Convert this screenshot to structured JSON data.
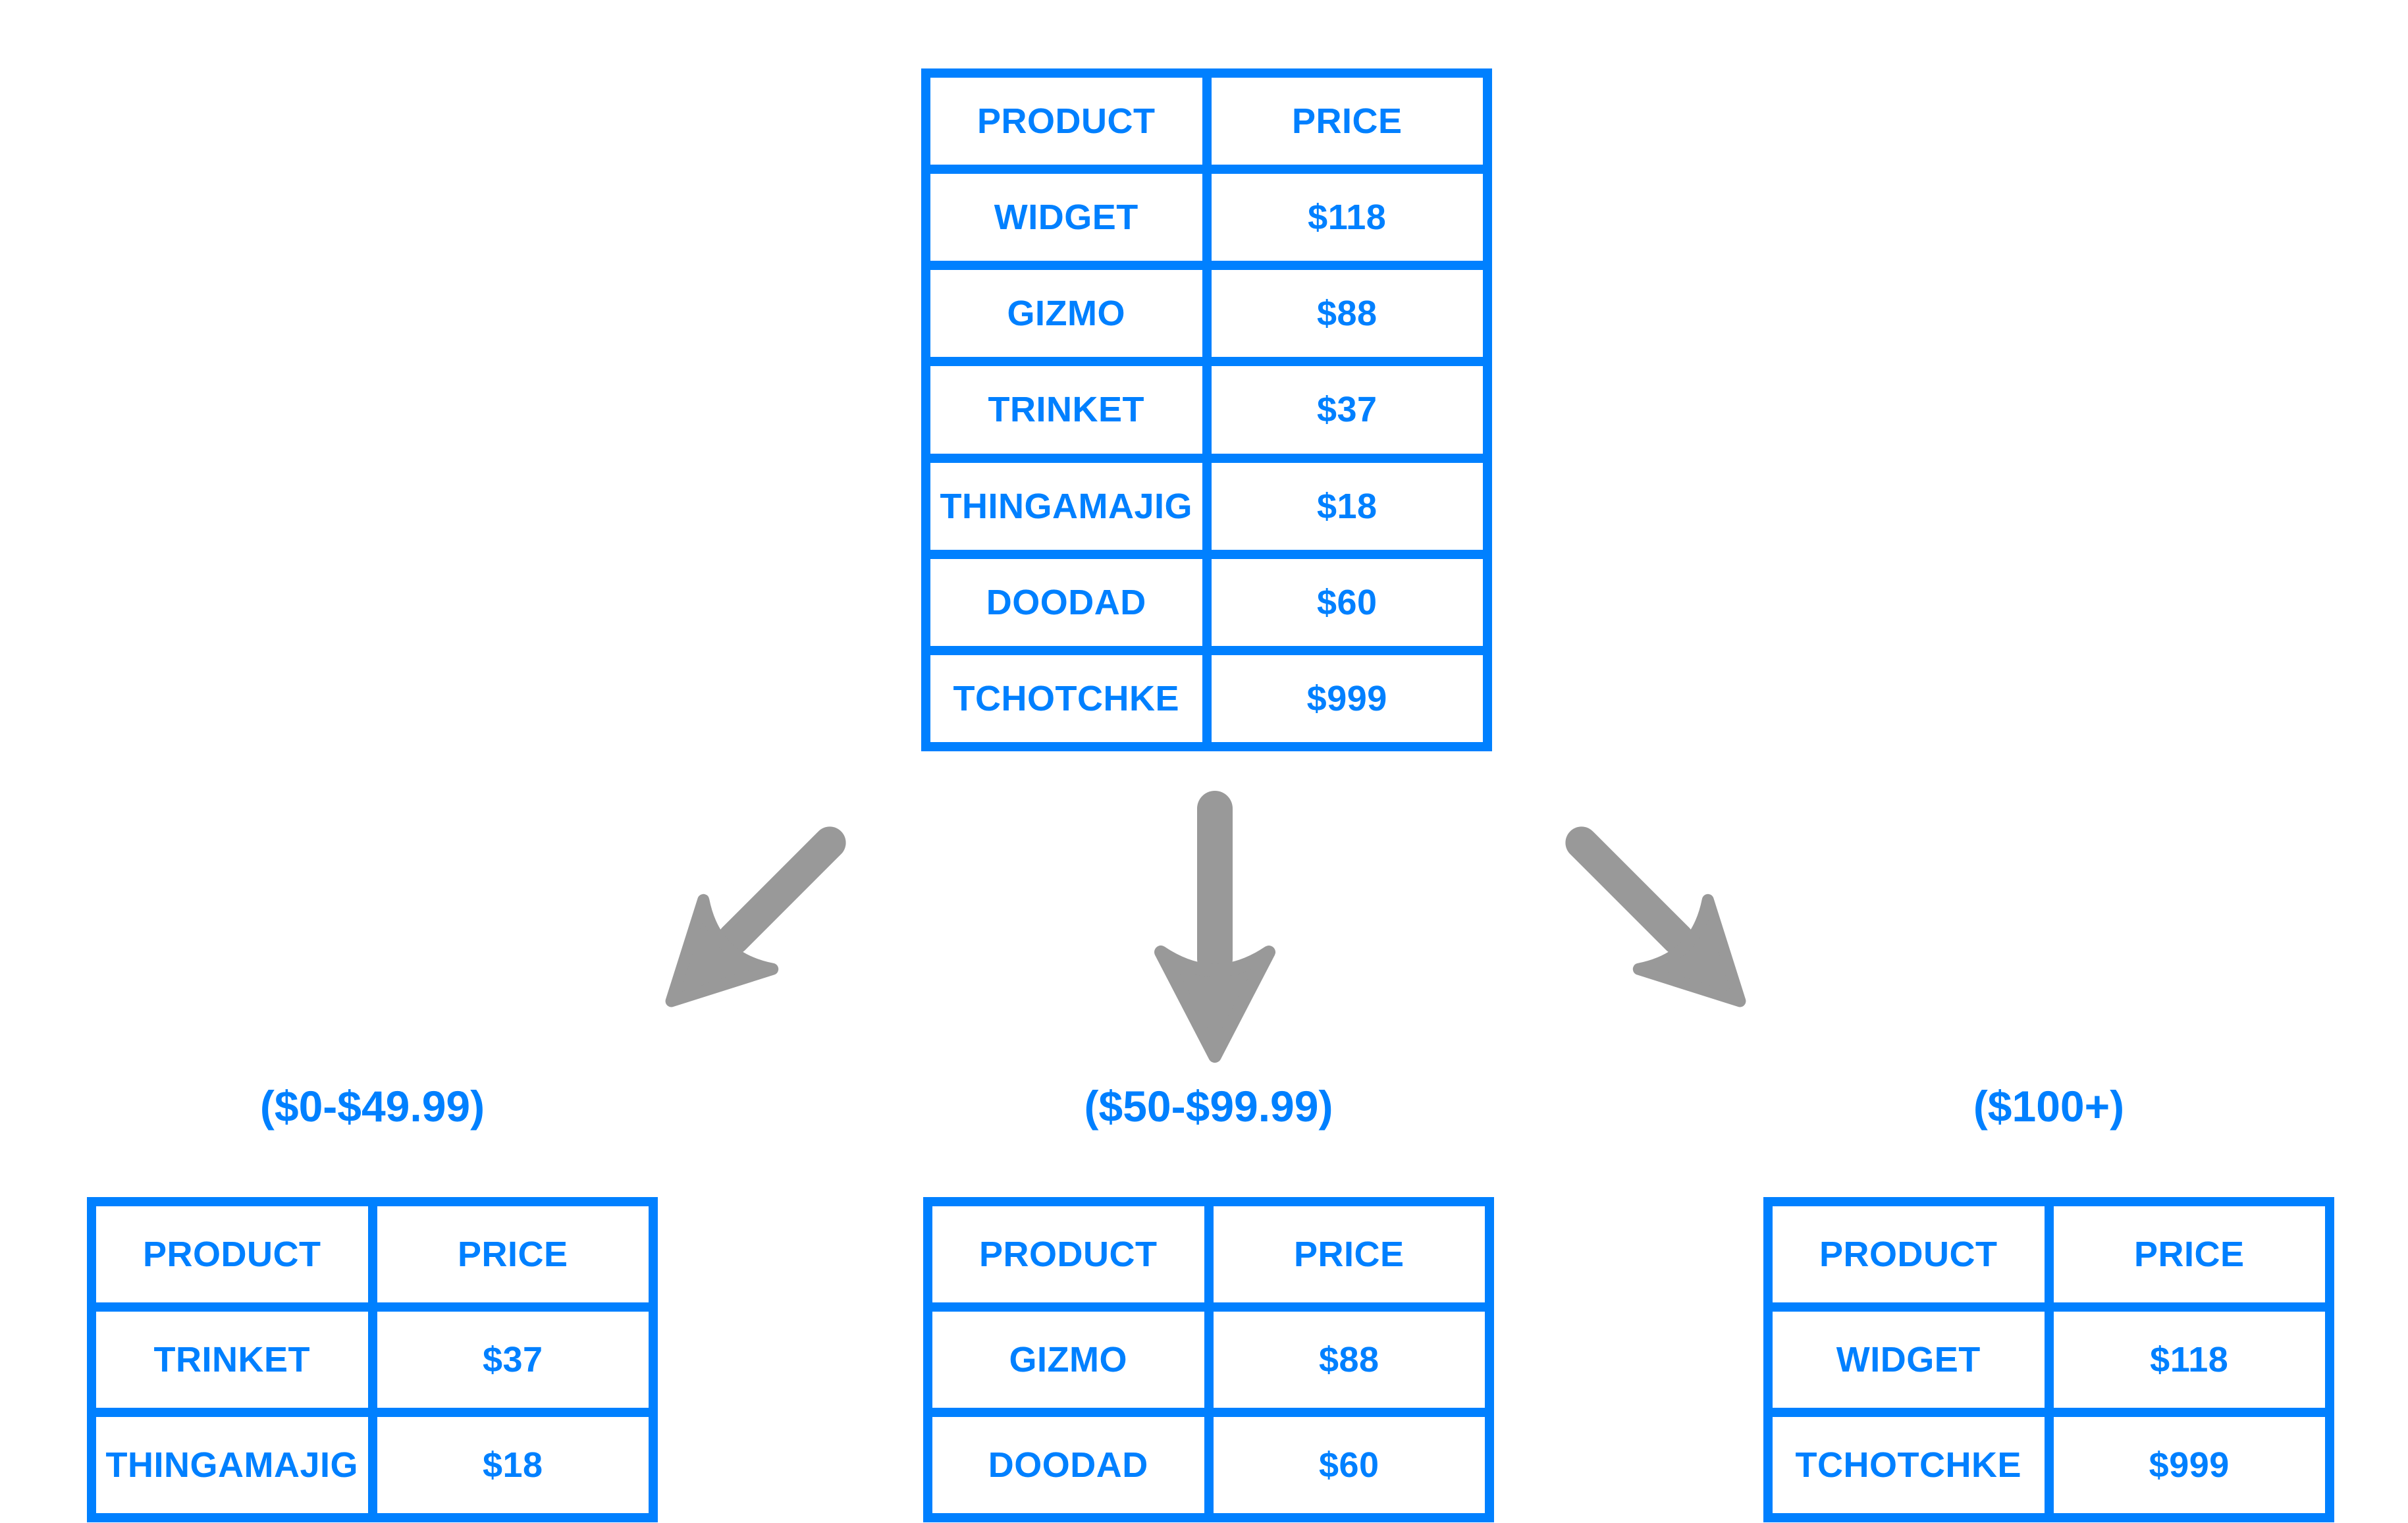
{
  "colors": {
    "accent_blue": "#0080ff",
    "arrow_gray": "#999999",
    "background": "#ffffff"
  },
  "main_table": {
    "headers": [
      "PRODUCT",
      "PRICE"
    ],
    "rows": [
      [
        "WIDGET",
        "$118"
      ],
      [
        "GIZMO",
        "$88"
      ],
      [
        "TRINKET",
        "$37"
      ],
      [
        "THINGAMAJIG",
        "$18"
      ],
      [
        "DOODAD",
        "$60"
      ],
      [
        "TCHOTCHKE",
        "$999"
      ]
    ]
  },
  "arrows": [
    {
      "name": "arrow-down-left",
      "direction": "down-left"
    },
    {
      "name": "arrow-down",
      "direction": "down"
    },
    {
      "name": "arrow-down-right",
      "direction": "down-right"
    }
  ],
  "groups": [
    {
      "label": "($0-$49.99)",
      "headers": [
        "PRODUCT",
        "PRICE"
      ],
      "rows": [
        [
          "TRINKET",
          "$37"
        ],
        [
          "THINGAMAJIG",
          "$18"
        ]
      ]
    },
    {
      "label": "($50-$99.99)",
      "headers": [
        "PRODUCT",
        "PRICE"
      ],
      "rows": [
        [
          "GIZMO",
          "$88"
        ],
        [
          "DOODAD",
          "$60"
        ]
      ]
    },
    {
      "label": "($100+)",
      "headers": [
        "PRODUCT",
        "PRICE"
      ],
      "rows": [
        [
          "WIDGET",
          "$118"
        ],
        [
          "TCHOTCHKE",
          "$999"
        ]
      ]
    }
  ]
}
